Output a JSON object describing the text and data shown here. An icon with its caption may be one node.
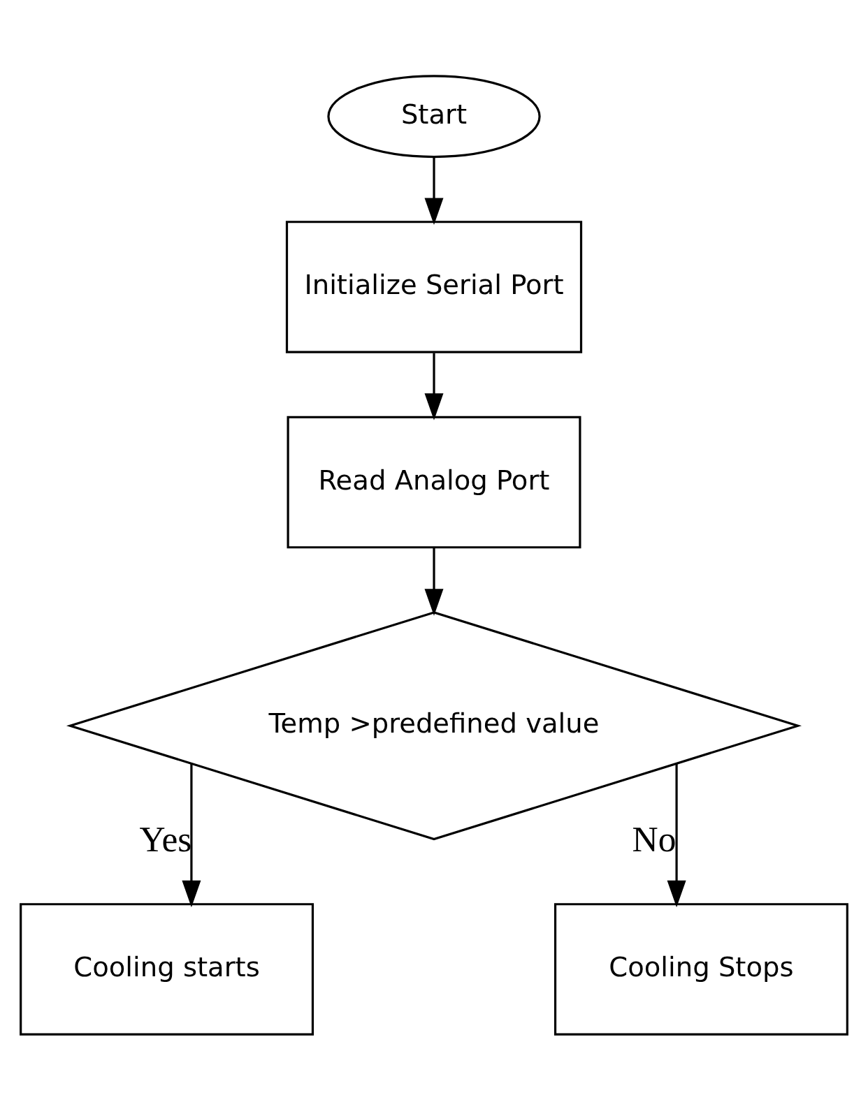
{
  "diagram": {
    "nodes": [
      {
        "text": [
          "Start"
        ]
      },
      {
        "text": [
          "Initialize Serial Port"
        ]
      },
      {
        "text": [
          "Read Analog Port"
        ]
      },
      {
        "text": [
          "Temp >predefined value"
        ]
      },
      {
        "text": [
          "Cooling starts"
        ]
      },
      {
        "text": [
          "Cooling Stops"
        ]
      }
    ],
    "edges": [
      {
        "from": 0,
        "to": 1,
        "arrow": "to"
      },
      {
        "from": 1,
        "to": 2,
        "arrow": "to"
      },
      {
        "from": 2,
        "to": 3,
        "arrow": "to"
      },
      {
        "from": 3,
        "to": 4,
        "arrow": "to",
        "label": "Yes"
      },
      {
        "from": 3,
        "to": 5,
        "arrow": "to",
        "label": "No"
      }
    ]
  }
}
